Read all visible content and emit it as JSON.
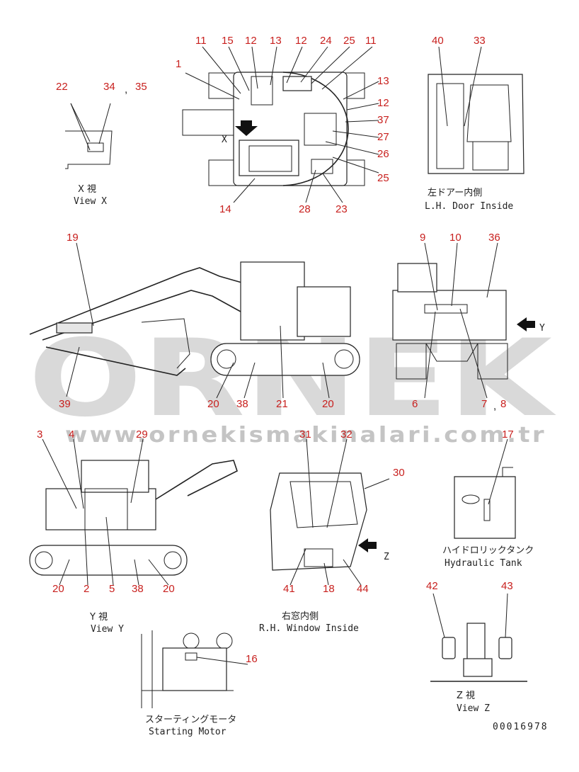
{
  "watermark": {
    "brand": "ORNEK",
    "url": "www.ornekismakinalari.com.tr"
  },
  "views": {
    "view_x": {
      "title_jp": "X 視",
      "title_en": "View X"
    },
    "lh_door": {
      "title_jp": "左ドアー内側",
      "title_en": "L.H. Door Inside"
    },
    "view_y": {
      "title_jp": "Y 視",
      "title_en": "View Y"
    },
    "rh_window": {
      "title_jp": "右窓内側",
      "title_en": "R.H. Window Inside"
    },
    "hydraulic_tank": {
      "title_jp": "ハイドロリックタンク",
      "title_en": "Hydraulic Tank"
    },
    "starting_motor": {
      "title_jp": "スターティングモータ",
      "title_en": "Starting Motor"
    },
    "view_z": {
      "title_jp": "Z 視",
      "title_en": "View Z"
    }
  },
  "view_letters": {
    "x": "X",
    "y": "Y",
    "z": "Z"
  },
  "drawing_number": "00016978",
  "callouts": {
    "c1": "1",
    "c2": "2",
    "c3": "3",
    "c4": "4",
    "c5": "5",
    "c6": "6",
    "c7": "7",
    "c8": "8",
    "c9": "9",
    "c10": "10",
    "c11a": "11",
    "c11b": "11",
    "c12a": "12",
    "c12b": "12",
    "c12c": "12",
    "c13a": "13",
    "c13b": "13",
    "c14": "14",
    "c15": "15",
    "c16": "16",
    "c17": "17",
    "c18": "18",
    "c19": "19",
    "c20a": "20",
    "c20b": "20",
    "c20c": "20",
    "c20d": "20",
    "c21": "21",
    "c22": "22",
    "c23": "23",
    "c24": "24",
    "c25a": "25",
    "c25b": "25",
    "c26": "26",
    "c27": "27",
    "c28": "28",
    "c29": "29",
    "c30": "30",
    "c31": "31",
    "c32": "32",
    "c33": "33",
    "c34": "34",
    "c35": "35",
    "c36": "36",
    "c37": "37",
    "c38a": "38",
    "c38b": "38",
    "c39": "39",
    "c40": "40",
    "c41": "41",
    "c42": "42",
    "c43": "43",
    "c44": "44"
  },
  "separators": {
    "comma_35": ",",
    "comma_8": ","
  },
  "colors": {
    "callout": "#c8201e",
    "line": "#222222",
    "watermark": "#d9d9d9",
    "highlight": "#e8b020"
  }
}
